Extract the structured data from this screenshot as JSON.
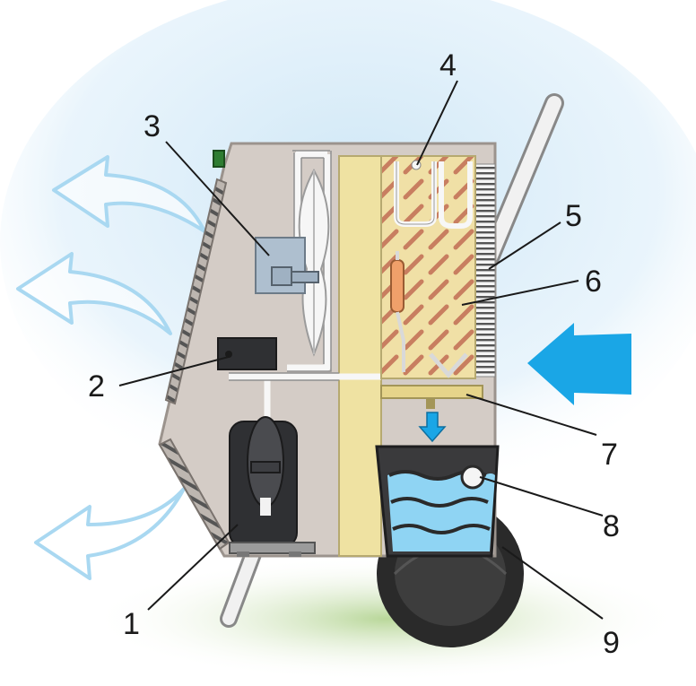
{
  "labels": [
    {
      "id": "1",
      "text": "1"
    },
    {
      "id": "2",
      "text": "2"
    },
    {
      "id": "3",
      "text": "3"
    },
    {
      "id": "4",
      "text": "4"
    },
    {
      "id": "5",
      "text": "5"
    },
    {
      "id": "6",
      "text": "6"
    },
    {
      "id": "7",
      "text": "7"
    },
    {
      "id": "8",
      "text": "8"
    },
    {
      "id": "9",
      "text": "9"
    }
  ],
  "colors": {
    "cabinet": "#d4ccc6",
    "cabinet_edge": "#9b938d",
    "coil_panel": "#f0e0a6",
    "coil_fin": "#c87e60",
    "tray": "#e6d48a",
    "tank": "#3a3a3c",
    "water": "#8fd4f3",
    "airflow_out": "#a9d8f1",
    "airflow_in": "#1aa6e6",
    "compressor": "#2f3033",
    "wheel": "#2a2a2a",
    "ground_glow": "#b9d79a",
    "sky_glow": "#cfe7f6"
  }
}
